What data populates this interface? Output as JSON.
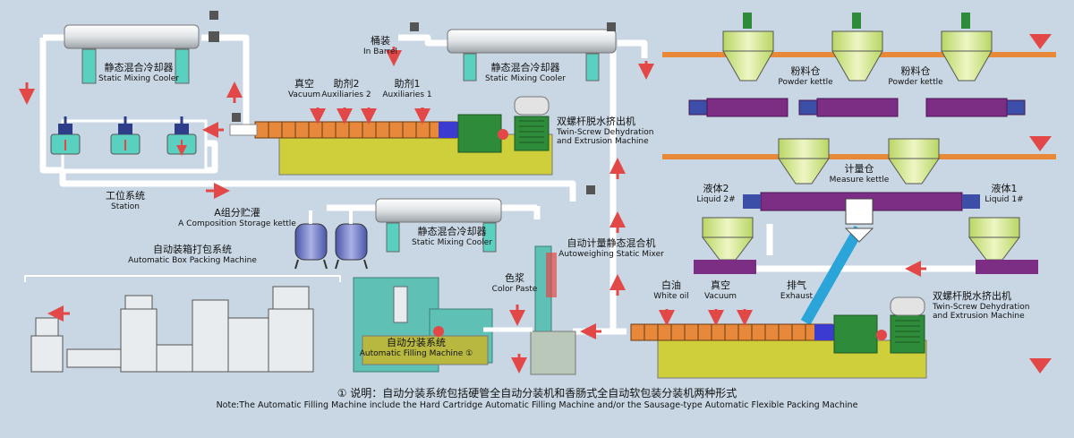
{
  "colors": {
    "background": "#c9d7e4",
    "pipe": "#ffffff",
    "screw_barrel": "#e8883a",
    "machine_base": "#cfcf3c",
    "gear_box": "#2e8b3a",
    "flow_arrow": "#e34848",
    "kettle": "#d8ea8c",
    "motor": "#7b2e83",
    "rail": "#e8893a"
  },
  "labels": {
    "static_cooler_1": {
      "zh": "静态混合冷却器",
      "en": "Static Mixing Cooler"
    },
    "static_cooler_2": {
      "zh": "静态混合冷却器",
      "en": "Static Mixing Cooler"
    },
    "static_cooler_3": {
      "zh": "静态混合冷却器",
      "en": "Static Mixing Cooler"
    },
    "barrel": {
      "zh": "桶装",
      "en": "In Barrel"
    },
    "vacuum_top": {
      "zh": "真空",
      "en": "Vacuum"
    },
    "aux2": {
      "zh": "助剂2",
      "en": "Auxiliaries 2"
    },
    "aux1": {
      "zh": "助剂1",
      "en": "Auxiliaries 1"
    },
    "twin_screw_top": {
      "zh": "双螺杆脱水挤出机",
      "en1": "Twin-Screw Dehydration",
      "en2": "and Extrusion Machine"
    },
    "station": {
      "zh": "工位系统",
      "en": "Station"
    },
    "storage_kettle": {
      "zh": "A组分贮灌",
      "en": "A Composition Storage kettle"
    },
    "box_packing": {
      "zh": "自动装箱打包系统",
      "en": "Automatic Box Packing Machine"
    },
    "autoweighing": {
      "zh": "自动计量静态混合机",
      "en": "Autoweighing Static Mixer"
    },
    "color_paste": {
      "zh": "色浆",
      "en": "Color Paste"
    },
    "filling": {
      "zh": "自动分装系统",
      "en": "Automatic Filling Machine",
      "mark": "①"
    },
    "powder_1": {
      "zh": "粉料仓",
      "en": "Powder kettle"
    },
    "powder_2": {
      "zh": "粉料仓",
      "en": "Powder kettle"
    },
    "measure": {
      "zh": "计量仓",
      "en": "Measure kettle"
    },
    "liquid2": {
      "zh": "液体2",
      "en": "Liquid 2#"
    },
    "liquid1": {
      "zh": "液体1",
      "en": "Liquid 1#"
    },
    "white_oil": {
      "zh": "白油",
      "en": "White oil"
    },
    "vacuum_bottom": {
      "zh": "真空",
      "en": "Vacuum"
    },
    "exhaust": {
      "zh": "排气",
      "en": "Exhaust"
    },
    "twin_screw_bottom": {
      "zh": "双螺杆脱水挤出机",
      "en1": "Twin-Screw Dehydration",
      "en2": "and Extrusion Machine"
    }
  },
  "note": {
    "zh": "① 说明：自动分装系统包括硬管全自动分装机和香肠式全自动软包装分装机两种形式",
    "en": "Note:The Automatic Filling Machine include the Hard Cartridge Automatic Filling Machine and/or the Sausage-type Automatic Flexible Packing Machine"
  }
}
